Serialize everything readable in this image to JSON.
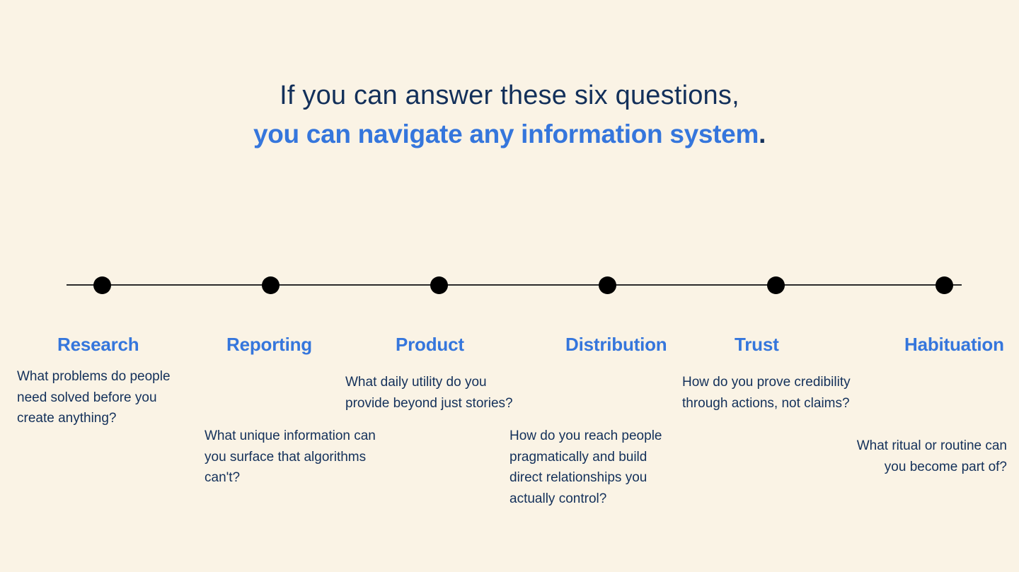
{
  "headline": {
    "line1": "If you can answer these six questions,",
    "line2_accent": "you can navigate any information system",
    "line2_end": "."
  },
  "colors": {
    "background": "#faf3e5",
    "accent": "#3576dc",
    "text": "#13305a",
    "dot": "#000000",
    "line": "#2b2b2b"
  },
  "stages": [
    {
      "title": "Research",
      "question": "What problems do people\nneed solved before you\ncreate anything?"
    },
    {
      "title": "Reporting",
      "question": "What unique information can\nyou surface that algorithms\ncan't?"
    },
    {
      "title": "Product",
      "question": "What daily utility do you\nprovide beyond just stories?"
    },
    {
      "title": "Distribution",
      "question": "How do you reach people\npragmatically and build\ndirect relationships you\nactually control?"
    },
    {
      "title": "Trust",
      "question": "How do you prove credibility\nthrough actions, not claims?"
    },
    {
      "title": "Habituation",
      "question": "What ritual or routine can\nyou become part of?"
    }
  ]
}
